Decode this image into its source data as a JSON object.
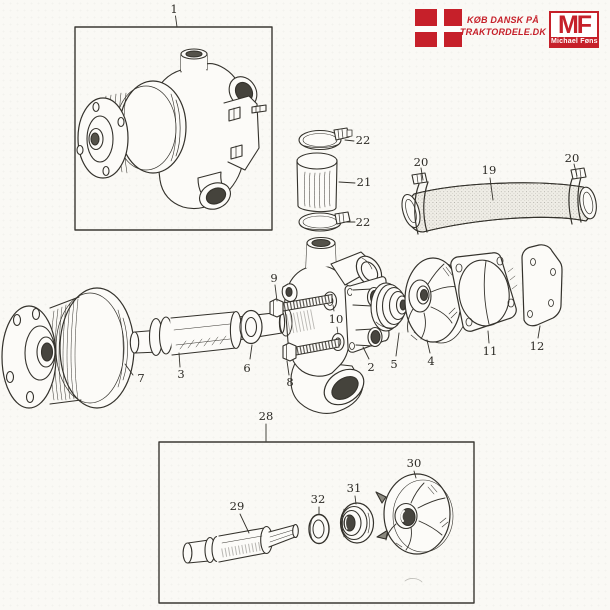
{
  "brand": {
    "tagline_line1": "KØB DANSK PÅ",
    "tagline_line2": "TRAKTORDELE.DK",
    "logo_initials": "MF",
    "logo_name": "Michael Føns",
    "red": "#c6202a"
  },
  "diagram": {
    "part_labels": {
      "assembled_pump": "1",
      "pump_body": "2",
      "bearing_shaft": "3",
      "impeller": "4",
      "seal": "5",
      "slinger_washer": "6",
      "pulley": "7",
      "short_bolt": "8",
      "long_bolt": "9",
      "washers": "10",
      "gasket": "11",
      "back_plate": "12",
      "top_hose": "19",
      "top_hose_clamp_left": "20",
      "top_hose_clamp_right": "20",
      "bypass_hose": "21",
      "bypass_clamp_upper": "22",
      "bypass_clamp_lower": "22",
      "repair_kit_box": "28",
      "kit_shaft": "29",
      "kit_impeller": "30",
      "kit_seal": "31",
      "kit_washer": "32"
    }
  }
}
